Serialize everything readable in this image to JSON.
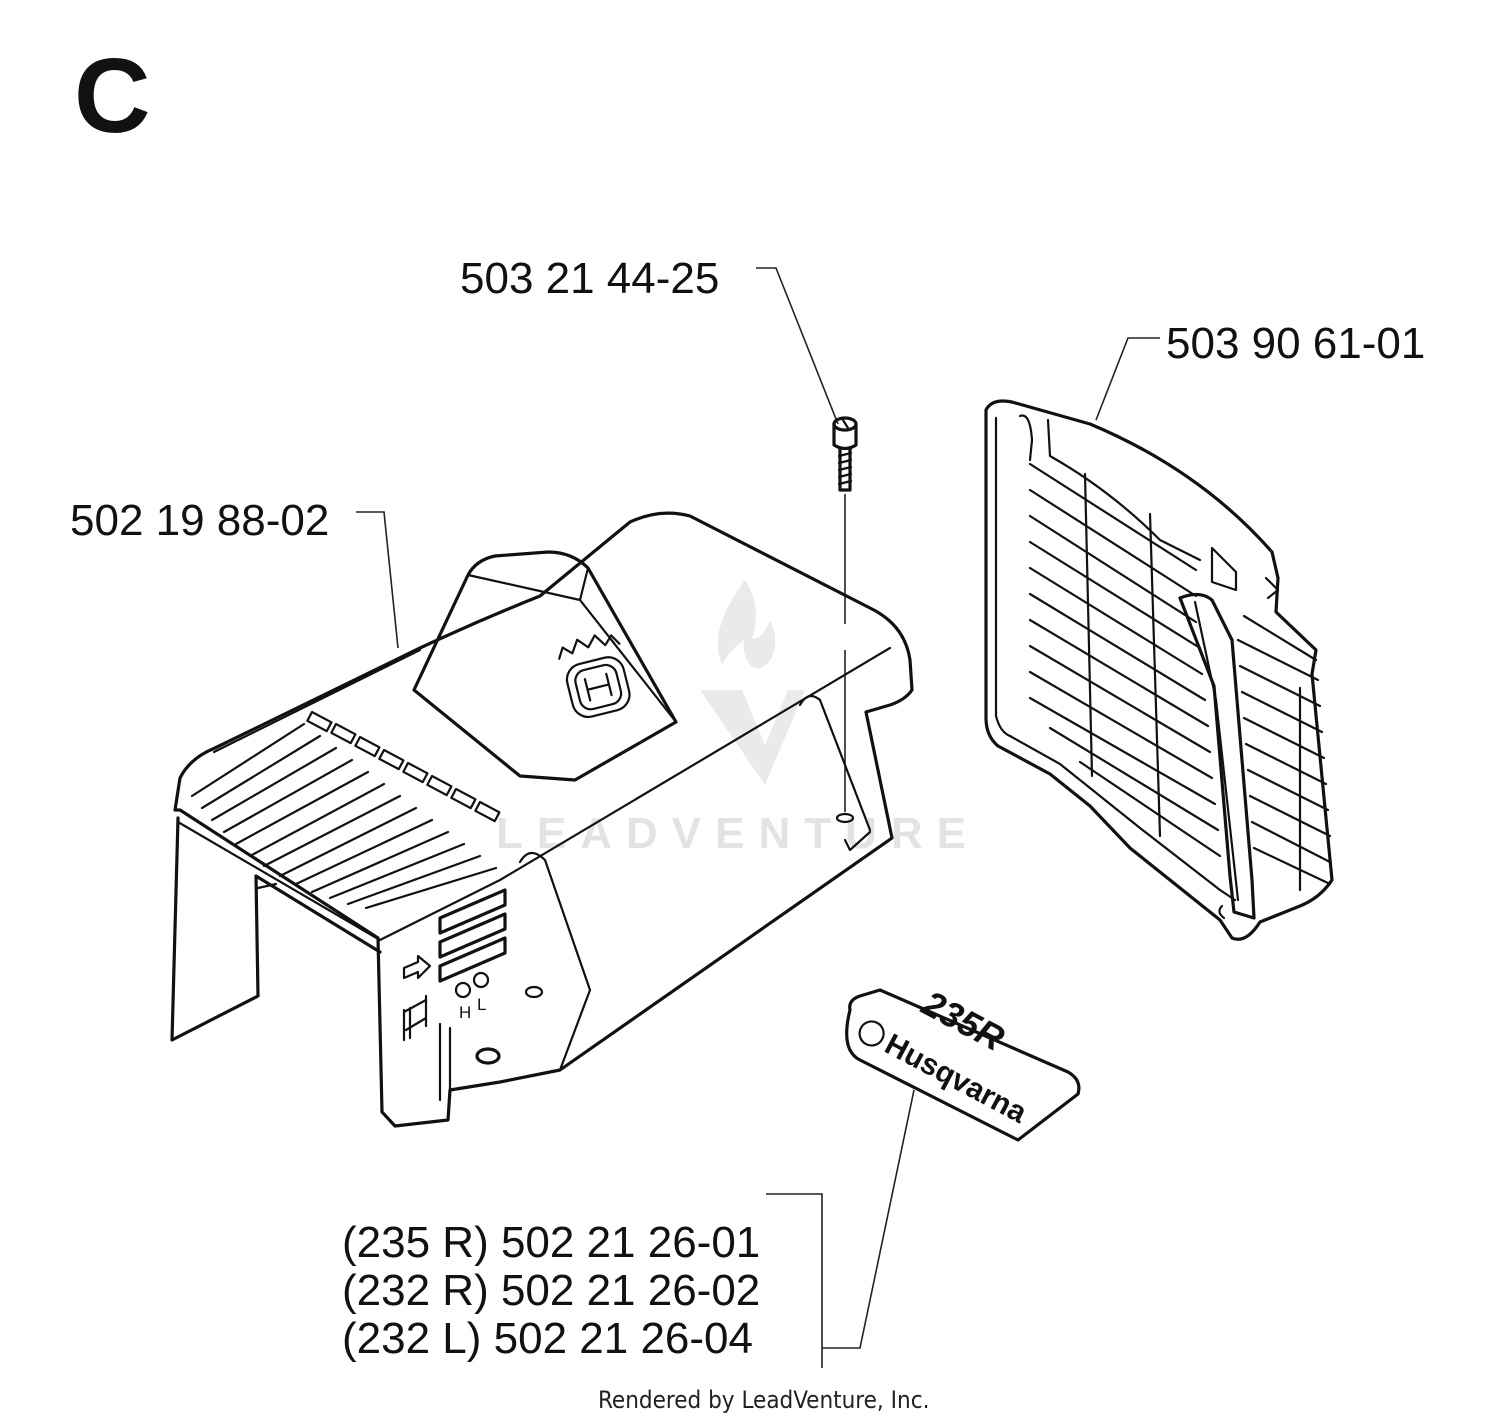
{
  "section_letter": "C",
  "labels": {
    "screw": "503 21 44-25",
    "grille": "503 90 61-01",
    "cover": "502 19 88-02",
    "decal_235r": "(235 R) 502 21 26-01",
    "decal_232r": "(232 R) 502 21 26-02",
    "decal_232l": "(232 L) 502 21 26-04"
  },
  "decal": {
    "model": "235R",
    "brand": "Husqvarna"
  },
  "cover_markings": {
    "h": "H",
    "l": "L"
  },
  "watermark": "LEADVENTURE",
  "footer": "Rendered by LeadVenture, Inc."
}
